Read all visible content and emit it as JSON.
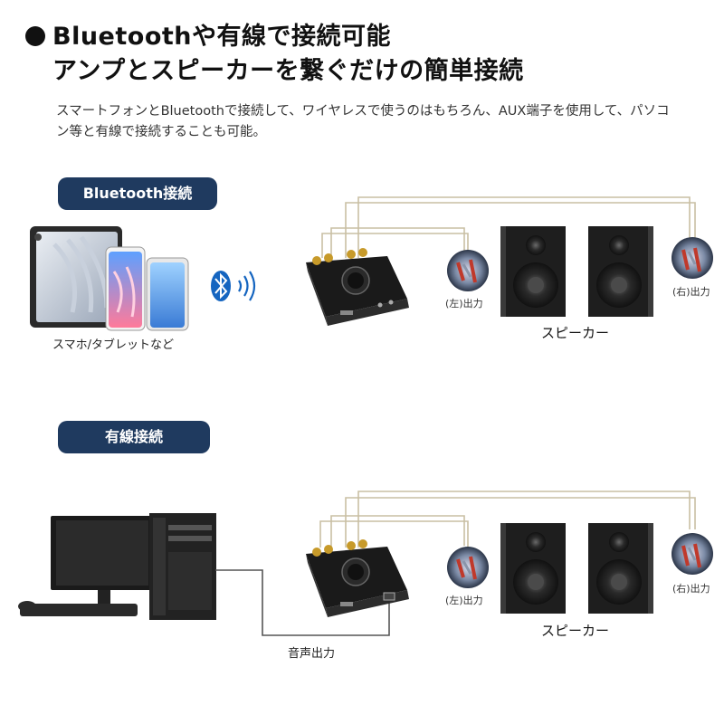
{
  "header": {
    "title_line1": "Bluetoothや有線で接続可能",
    "title_line2": "アンプとスピーカーを繋ぐだけの簡単接続",
    "description": "スマートフォンとBluetoothで接続して、ワイヤレスで使うのはもちろん、AUX端子を使用して、パソコン等と有線で接続することも可能。"
  },
  "bluetooth_section": {
    "badge": "Bluetooth接続",
    "device_label": "スマホ/タブレットなど",
    "left_output": "(左)出力",
    "right_output": "(右)出力",
    "speaker_label": "スピーカー"
  },
  "wired_section": {
    "badge": "有線接続",
    "audio_output": "音声出力",
    "left_output": "(左)出力",
    "right_output": "(右)出力",
    "speaker_label": "スピーカー"
  },
  "colors": {
    "badge_bg": "#1f3a5f",
    "cable": "#c9bfa3",
    "amp_body": "#1a1a1a",
    "amp_terminal": "#c79a2a",
    "bluetooth_blue": "#1565c0"
  },
  "icons": {
    "bluetooth": "bluetooth-icon",
    "wave": "wireless-wave-icon"
  }
}
